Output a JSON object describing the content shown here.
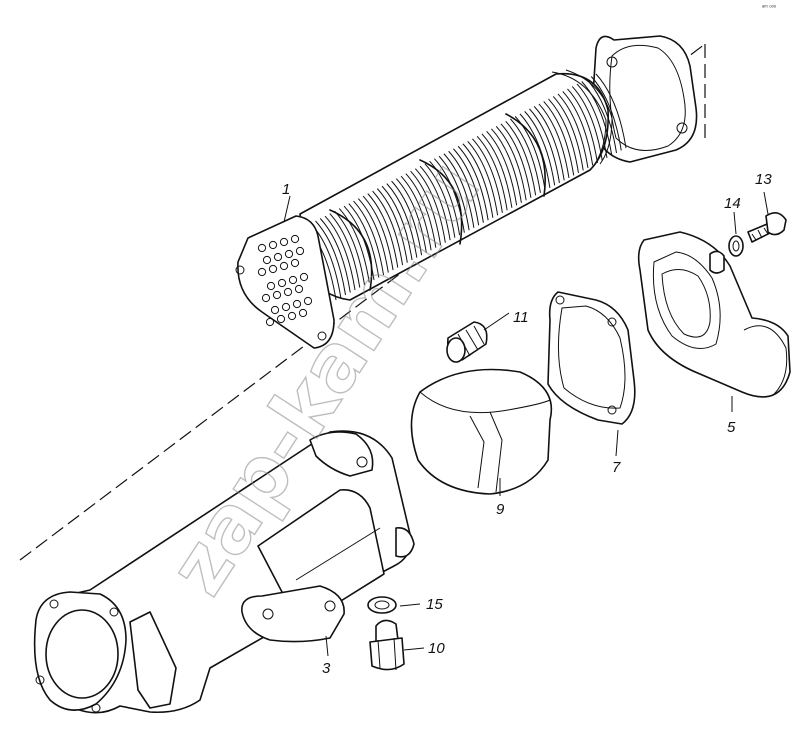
{
  "corner_mark": "ᵃᵐ ᵒᵒᵒ",
  "watermark": "zap-kam.ru",
  "callouts": [
    {
      "id": "1",
      "label": "1"
    },
    {
      "id": "3",
      "label": "3"
    },
    {
      "id": "5",
      "label": "5"
    },
    {
      "id": "7",
      "label": "7"
    },
    {
      "id": "9",
      "label": "9"
    },
    {
      "id": "10",
      "label": "10"
    },
    {
      "id": "11",
      "label": "11"
    },
    {
      "id": "13",
      "label": "13"
    },
    {
      "id": "14",
      "label": "14"
    },
    {
      "id": "15",
      "label": "15"
    }
  ]
}
